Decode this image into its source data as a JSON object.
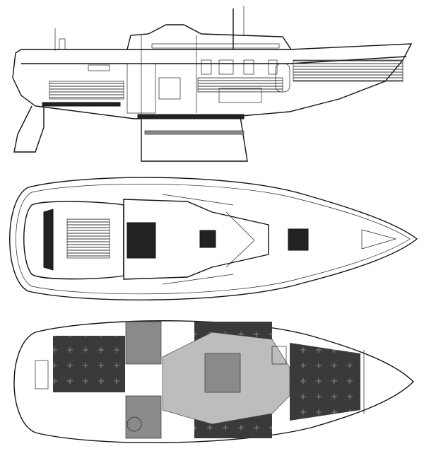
{
  "drawing": {
    "views": [
      "profile",
      "deck-plan",
      "interior-plan"
    ],
    "colors": {
      "line": "#111111",
      "cushion": "#3a3a3a",
      "sole": "#9a9a9a"
    }
  }
}
